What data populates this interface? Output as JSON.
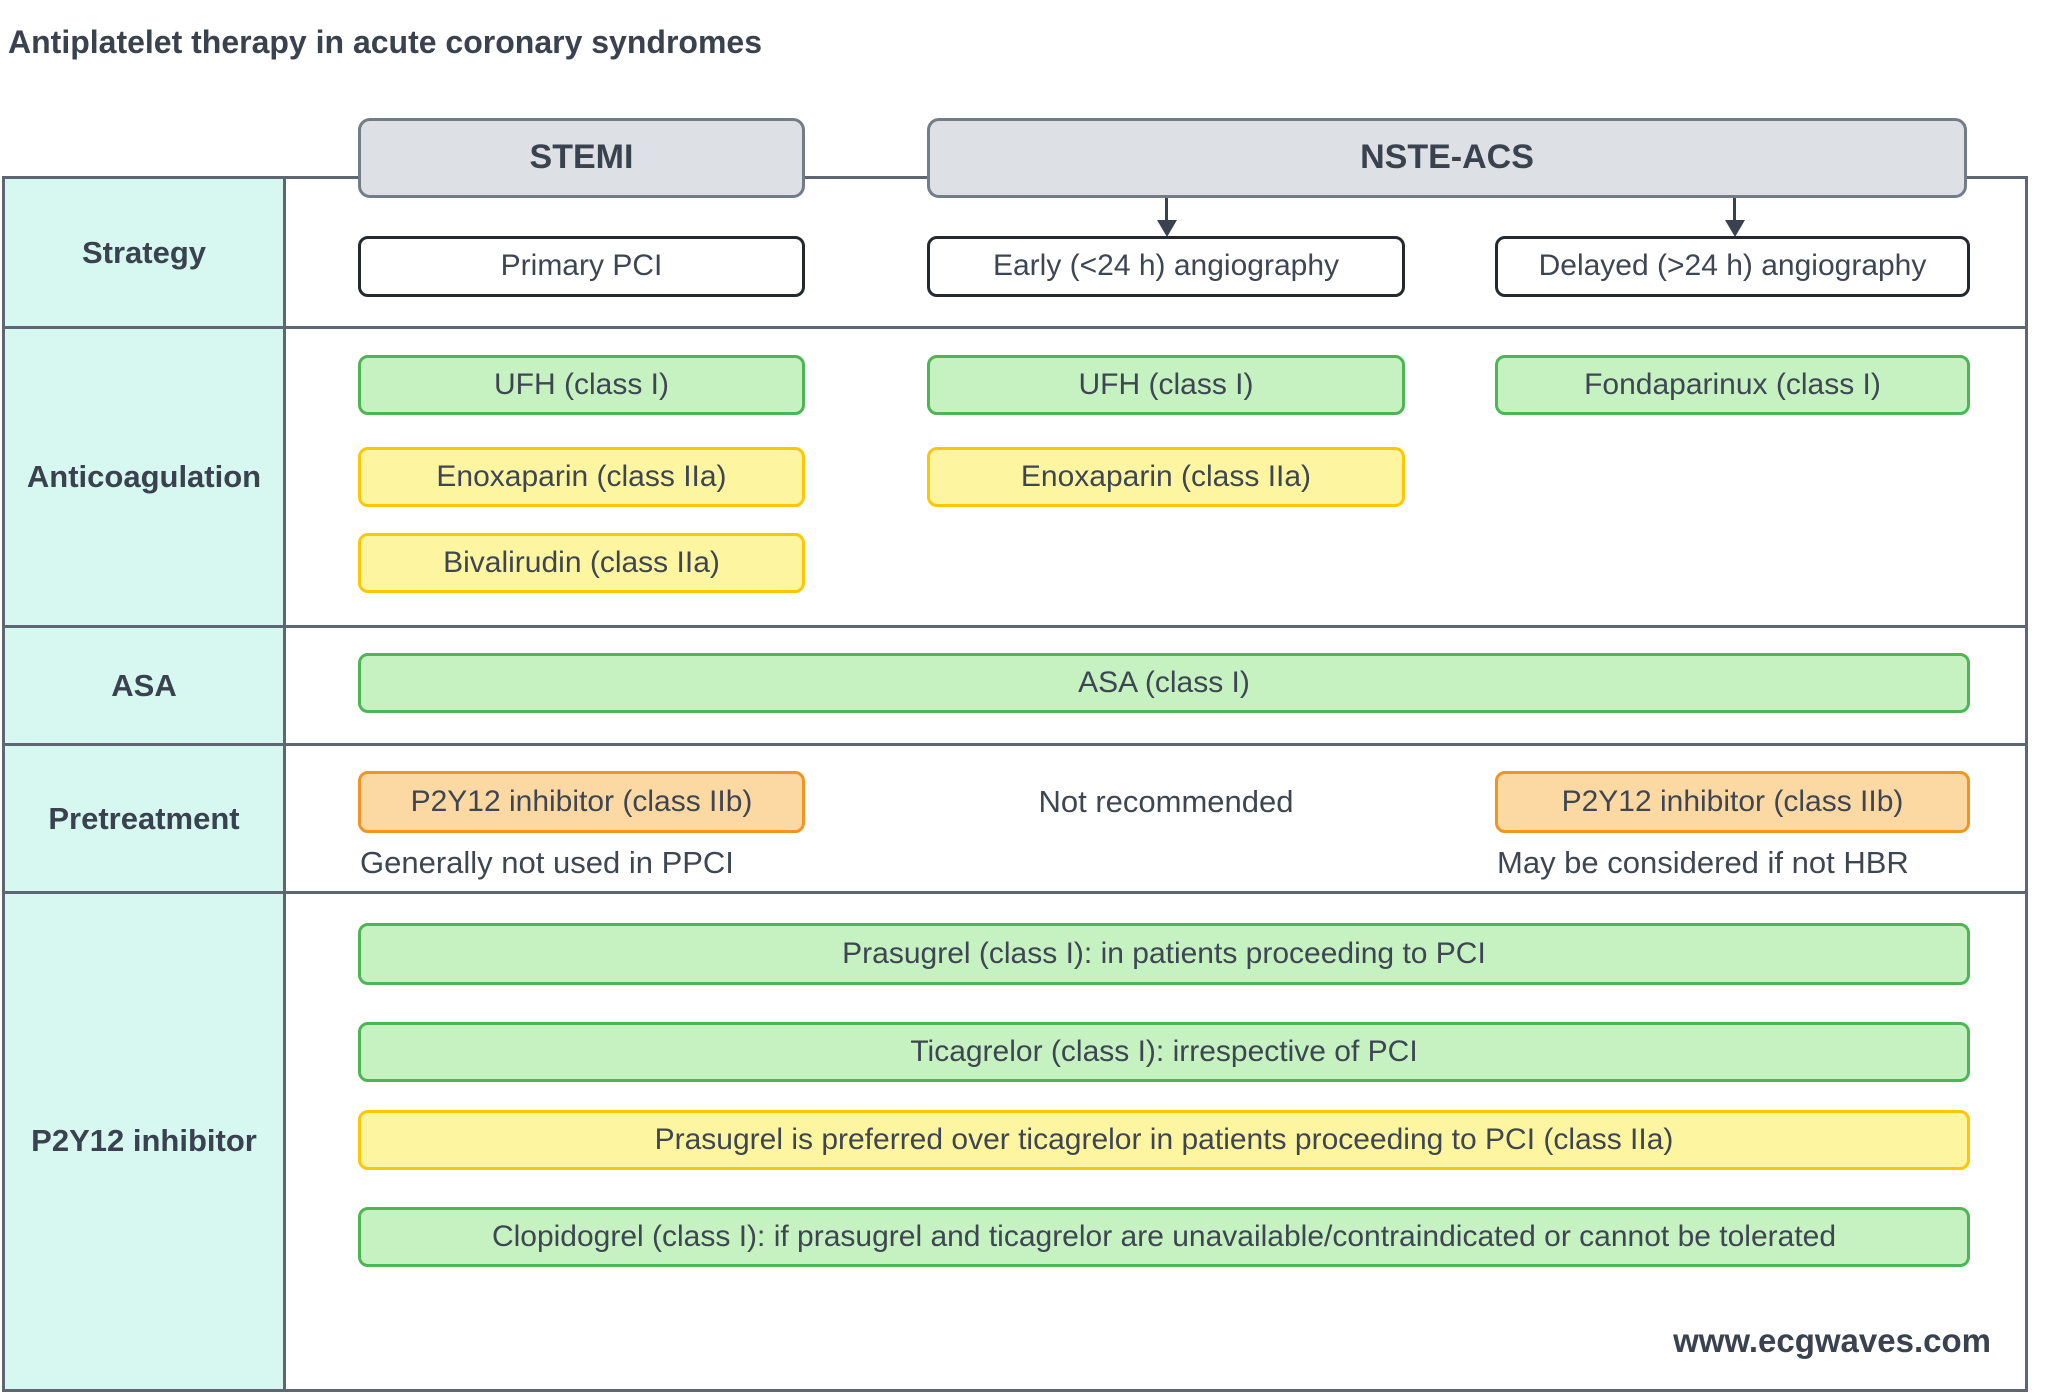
{
  "title": "Antiplatelet therapy in acute coronary syndromes",
  "watermark": "www.ecgwaves.com",
  "headers": {
    "stemi": "STEMI",
    "nste_acs": "NSTE-ACS"
  },
  "row_labels": {
    "strategy": "Strategy",
    "anticoagulation": "Anticoagulation",
    "asa": "ASA",
    "pretreatment": "Pretreatment",
    "p2y12": "P2Y12 inhibitor"
  },
  "strategy": {
    "stemi": "Primary PCI",
    "early": "Early (<24 h) angiography",
    "delayed": "Delayed (>24 h) angiography"
  },
  "anticoagulation": {
    "stemi": [
      "UFH (class I)",
      "Enoxaparin (class IIa)",
      "Bivalirudin (class IIa)"
    ],
    "early": [
      "UFH (class I)",
      "Enoxaparin (class IIa)"
    ],
    "delayed": [
      "Fondaparinux (class I)"
    ]
  },
  "asa": {
    "all": "ASA (class I)"
  },
  "pretreatment": {
    "stemi_box": "P2Y12 inhibitor (class IIb)",
    "stemi_note": "Generally not used in PPCI",
    "early_text": "Not recommended",
    "delayed_box": "P2Y12 inhibitor (class IIb)",
    "delayed_note": "May be considered if not HBR"
  },
  "p2y12": {
    "rows": [
      "Prasugrel (class I): in patients proceeding to PCI",
      "Ticagrelor (class I): irrespective of PCI",
      "Prasugrel is preferred over ticagrelor in patients proceeding to PCI (class IIa)",
      "Clopidogrel (class I): if prasugrel and ticagrelor are unavailable/contraindicated or cannot be tolerated"
    ]
  },
  "colors": {
    "class_i_green_fill": "#c5f2c0",
    "class_i_green_border": "#4db654",
    "class_iia_yellow_fill": "#fdf5a0",
    "class_iia_yellow_border": "#fdc703",
    "class_iib_orange_fill": "#fcd8a2",
    "class_iib_orange_border": "#f29421",
    "header_fill": "#dde1e6",
    "header_border": "#747d87",
    "label_column_mint": "#d7f8f0",
    "grid_border": "#5d6672",
    "text": "#3e4654"
  }
}
